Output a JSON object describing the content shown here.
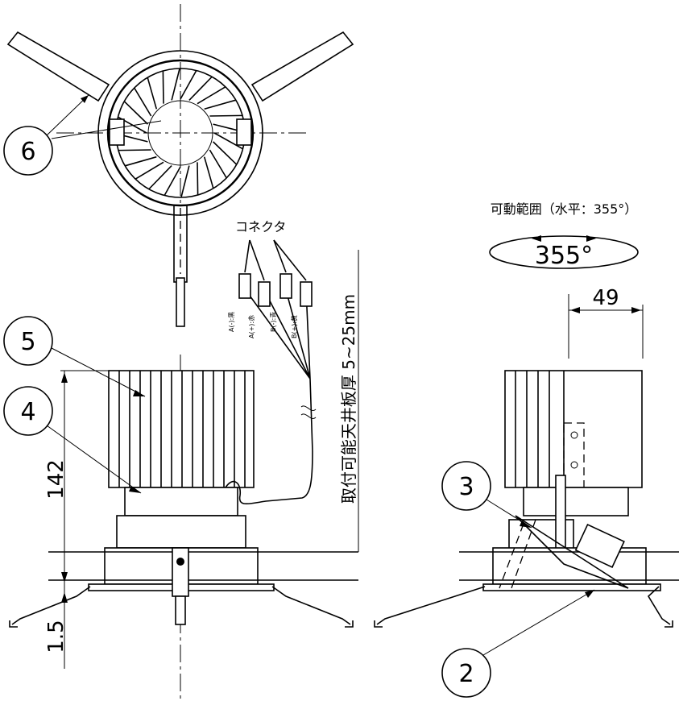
{
  "callouts": {
    "c2": "2",
    "c3": "3",
    "c4": "4",
    "c5": "5",
    "c6": "6"
  },
  "labels": {
    "connector": "コネクタ",
    "rotation_range": "可動範囲（水平：355°）",
    "rotation_value": "355°",
    "ceiling_thickness": "取付可能天井板厚 5~25mm"
  },
  "dimensions": {
    "height": "142",
    "flange": "1.5",
    "offset": "49"
  },
  "wire_labels": [
    "A(-):黒",
    "A(+):赤",
    "B(-):青",
    "B(+):黄"
  ]
}
